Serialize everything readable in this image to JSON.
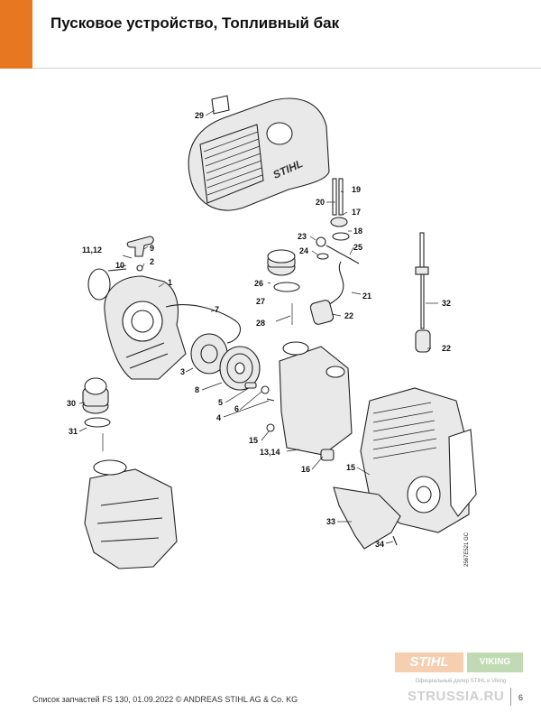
{
  "header": {
    "title": "Пусковое устройство, Топливный бак",
    "accent_color": "#e87722"
  },
  "diagram": {
    "callouts": [
      "29",
      "19",
      "20",
      "17",
      "18",
      "23",
      "24",
      "25",
      "11,12",
      "9",
      "10",
      "2",
      "26",
      "27",
      "1",
      "21",
      "7",
      "22",
      "28",
      "32",
      "22",
      "3",
      "8",
      "5",
      "6",
      "4",
      "30",
      "31",
      "15",
      "13,14",
      "16",
      "15",
      "33",
      "34"
    ],
    "cover_brand": "STIHL",
    "drawing_code": "2567E521 GC"
  },
  "logos": {
    "stihl_label": "STIHL",
    "stihl_color": "#e87722",
    "viking_label": "VIKING",
    "viking_color": "#4c9a2a"
  },
  "dealer": {
    "text": "Официальный дилер STIHL и Viking",
    "watermark": "STRUSSIA.RU"
  },
  "footer": {
    "text": "Список запчастей FS 130, 01.09.2022 © ANDREAS STIHL AG & Co. KG",
    "page_number": "6"
  }
}
